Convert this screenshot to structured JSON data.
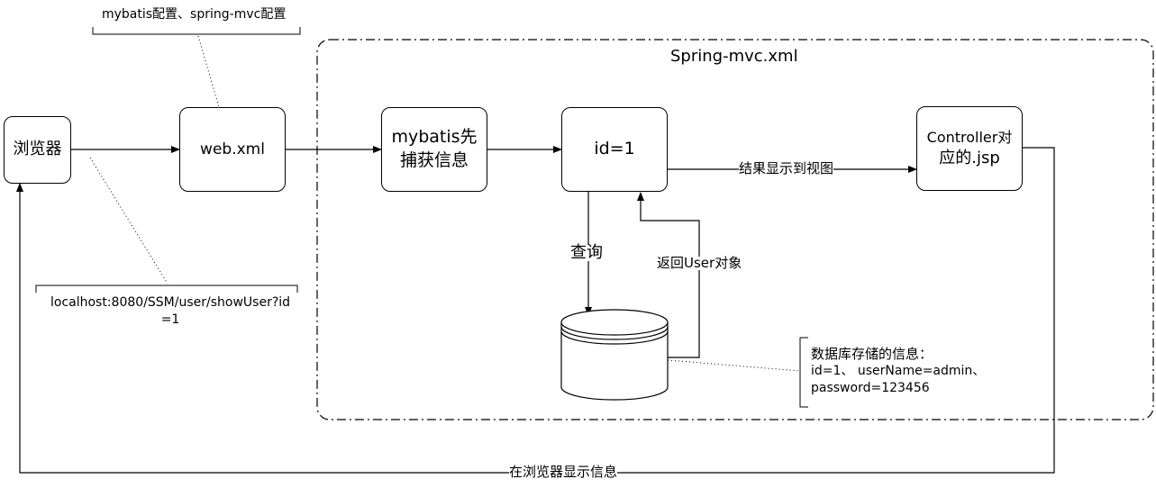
{
  "nodes": {
    "browser": "浏览器",
    "webxml": "web.xml",
    "mybatis_line1": "mybatis先",
    "mybatis_line2": "捕获信息",
    "id": "id=1",
    "controller_line1": "Controller对",
    "controller_line2": "应的.jsp"
  },
  "group": {
    "title": "Spring-mvc.xml"
  },
  "annotations": {
    "config": "mybatis配置、spring-mvc配置",
    "url_line1": "localhost:8080/SSM/user/showUser?id",
    "url_line2": "=1",
    "db_line1": "数据库存储的信息：",
    "db_line2": "id=1、 userName=admin、",
    "db_line3": "password=123456"
  },
  "edges": {
    "result_to_view": "结果显示到视图",
    "query": "查询",
    "return_user": "返回User对象",
    "show_in_browser": "在浏览器显示信息"
  }
}
